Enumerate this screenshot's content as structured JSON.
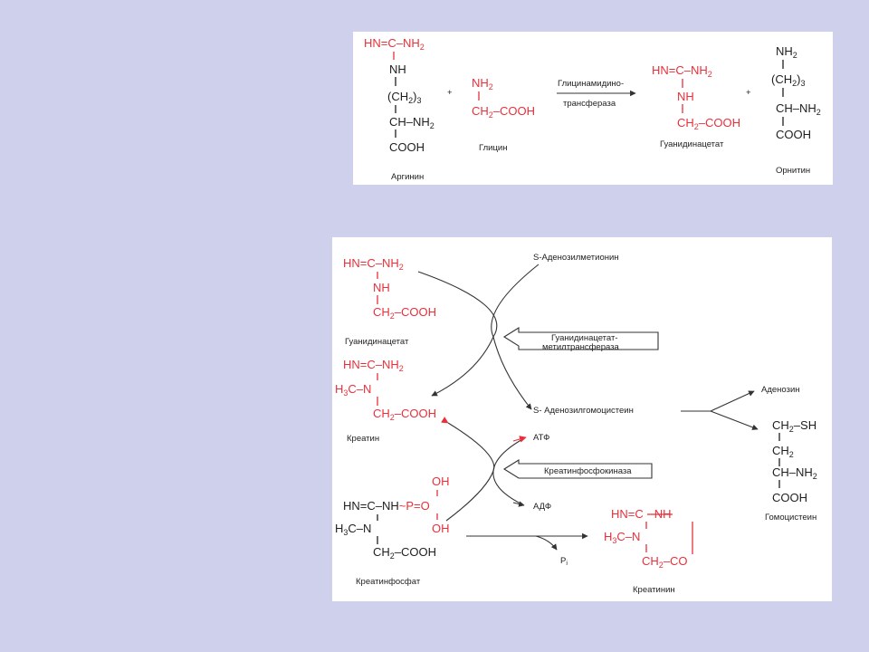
{
  "reaction1": {
    "arginine": {
      "top": "HN=C–NH",
      "nh": "NH",
      "ch2": "(CH",
      "three": "3",
      "ch": "CH–NH",
      "cooh": "COOH",
      "name": "Аргинин"
    },
    "plus": "+",
    "glycine": {
      "nh2": "NH",
      "ch2cooh": "CH",
      "cooh": "–COOH",
      "name": "Глицин"
    },
    "enzyme_line1": "Глицинамидино-",
    "enzyme_line2": "трансфераза",
    "guanidinoacetate": {
      "top": "HN=C–NH",
      "nh": "NH",
      "ch2": "CH",
      "cooh": "–COOH",
      "name": "Гуанидинацетат"
    },
    "ornithine": {
      "nh2": "NH",
      "ch2": "(CH",
      "three": "3",
      "ch": "CH–NH",
      "cooh": "COOH",
      "name": "Орнитин"
    },
    "sub2": "2"
  },
  "reaction2": {
    "guanidinoacetate": {
      "top": "HN=C–NH",
      "nh": "NH",
      "ch2": "CH",
      "cooh": "–COOH",
      "name": "Гуанидинацетат"
    },
    "sam": "S-Аденозилметионин",
    "enzyme_gamt_line1": "Гуанидинацетат-",
    "enzyme_gamt_line2": "метилтрансфераза",
    "creatine": {
      "top": "HN=C–NH",
      "h3c": "H",
      "c_n": "C–N",
      "ch2": "CH",
      "cooh": "–COOH",
      "name": "Креатин"
    },
    "sah": "S-  Аденозилгомоцистеин",
    "adenosine": "Аденозин",
    "homocysteine": {
      "ch2sh": "CH",
      "sh": "–SH",
      "ch2": "CH",
      "ch": "CH–NH",
      "cooh": "COOH",
      "name": "Гомоцистеин"
    },
    "atp": "АТФ",
    "adp": "АДФ",
    "enzyme_ck": "Креатинфосфокиназа",
    "creatine_phosphate": {
      "top": "HN=C–NH",
      "tilde": "~",
      "p": "P",
      "eq_o": "=O",
      "oh1": "OH",
      "oh2": "OH",
      "h3c": "H",
      "c_n": "C–N",
      "ch2cooh": "CH",
      "cooh": "–COOH",
      "name": "Креатинфосфат"
    },
    "pi": "P",
    "pi_sub": "i",
    "creatinine": {
      "top": "HN=C",
      "nh": "NH",
      "h3c": "H",
      "c_n": "C–N",
      "ch2co": "CH",
      "co": "–CO",
      "name": "Креатинин"
    },
    "sub2": "2",
    "sub3": "3"
  },
  "colors": {
    "background": "#cfd0ec",
    "panel": "#ffffff",
    "highlight": "#e8303a",
    "text": "#1e1e1e"
  }
}
